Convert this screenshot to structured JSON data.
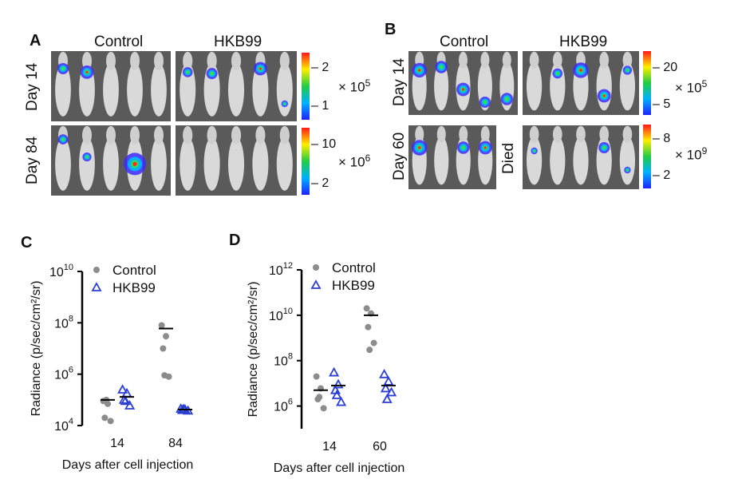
{
  "panels": {
    "A": {
      "letter": "A",
      "groups": [
        "Control",
        "HKB99"
      ],
      "rows": [
        {
          "label": "Day 14",
          "scale": "× 10",
          "exp": "5",
          "ticks": [
            "2",
            "1"
          ]
        },
        {
          "label": "Day 84",
          "scale": "× 10",
          "exp": "6",
          "ticks": [
            "10",
            "2"
          ]
        }
      ]
    },
    "B": {
      "letter": "B",
      "groups": [
        "Control",
        "HKB99"
      ],
      "rows": [
        {
          "label": "Day 14",
          "scale": "× 10",
          "exp": "5",
          "ticks": [
            "20",
            "5"
          ]
        },
        {
          "label": "Day 60",
          "scale": "× 10",
          "exp": "9",
          "ticks": [
            "8",
            "2"
          ]
        }
      ],
      "died_label": "Died"
    },
    "C": {
      "letter": "C"
    },
    "D": {
      "letter": "D"
    }
  },
  "colors": {
    "control": "#8c8c8c",
    "hkb99": "#2b3fd4",
    "mean_bar": "#000000"
  },
  "chart_data": [
    {
      "panel": "C",
      "type": "scatter",
      "ylabel": "Radiance (p/sec/cm²/sr)",
      "xlabel": "Days after cell injection",
      "y_scale": "log",
      "ylim": [
        10000,
        10000000000
      ],
      "y_tick_exponents": [
        4,
        6,
        8,
        10
      ],
      "categories": [
        "14",
        "84"
      ],
      "series": [
        {
          "name": "Control",
          "marker": "circle",
          "values": [
            [
              90000,
              70000,
              20000,
              15000,
              100000
            ],
            [
              80000000,
              30000000,
              10000000,
              800000,
              900000
            ]
          ],
          "means": [
            100000,
            60000000
          ]
        },
        {
          "name": "HKB99",
          "marker": "triangle",
          "values": [
            [
              250000,
              180000,
              100000,
              60000,
              90000
            ],
            [
              45000,
              42000,
              40000,
              38000,
              44000
            ]
          ],
          "means": [
            130000,
            42000
          ]
        }
      ]
    },
    {
      "panel": "D",
      "type": "scatter",
      "ylabel": "Radiance (p/sec/cm²/sr)",
      "xlabel": "Days after cell injection",
      "y_scale": "log",
      "ylim": [
        100000,
        1000000000000
      ],
      "y_tick_exponents": [
        6,
        8,
        10,
        12
      ],
      "categories": [
        "14",
        "60"
      ],
      "series": [
        {
          "name": "Control",
          "marker": "circle",
          "values": [
            [
              20000000,
              6000000,
              2000000,
              800000,
              2500000
            ],
            [
              20000000000,
              12000000000,
              3000000000,
              600000000,
              300000000
            ]
          ],
          "means": [
            5000000,
            10000000000
          ]
        },
        {
          "name": "HKB99",
          "marker": "triangle",
          "values": [
            [
              30000000,
              9000000,
              5000000,
              1500000,
              3000000
            ],
            [
              25000000,
              12000000,
              6000000,
              4000000,
              2000000
            ]
          ],
          "means": [
            8000000,
            8000000
          ]
        }
      ]
    }
  ]
}
